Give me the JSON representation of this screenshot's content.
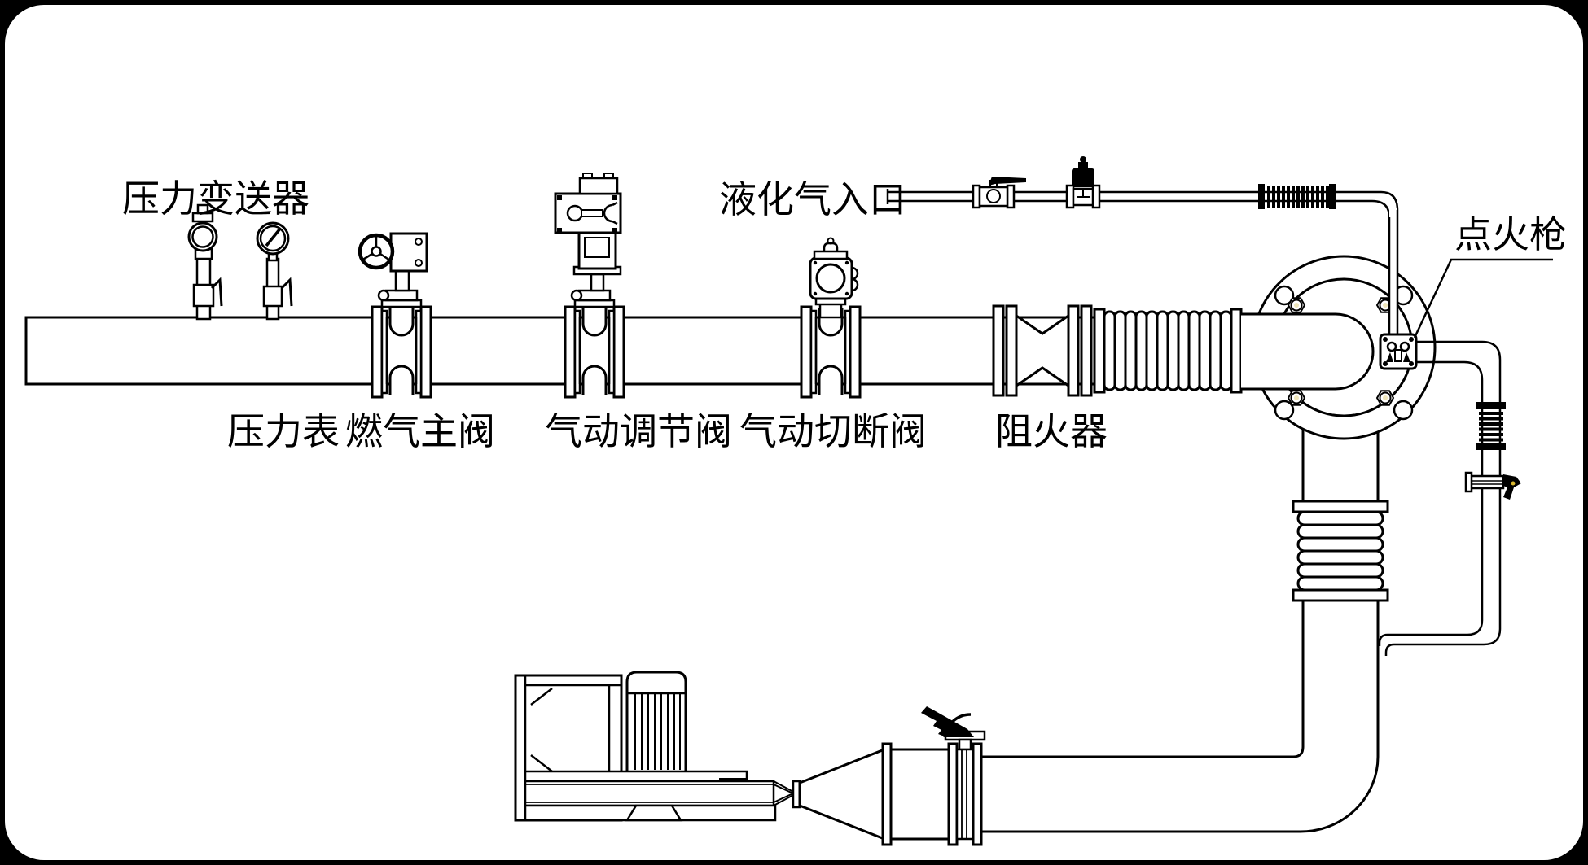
{
  "diagram": {
    "type": "piping-instrumentation-drawing",
    "labels": {
      "pressure_transmitter": "压力变送器",
      "pressure_gauge": "压力表",
      "gas_main_valve": "燃气主阀",
      "pneumatic_control_valve": "气动调节阀",
      "pneumatic_shutoff_valve": "气动切断阀",
      "lpg_inlet": "液化气入口",
      "flame_arrester": "阻火器",
      "ignition_gun": "点火枪"
    },
    "colors": {
      "line": "#000000",
      "background": "#ffffff",
      "frame": "#000000",
      "nut_center": "#efe6bb",
      "spark_accent": "#d8b62f"
    }
  }
}
